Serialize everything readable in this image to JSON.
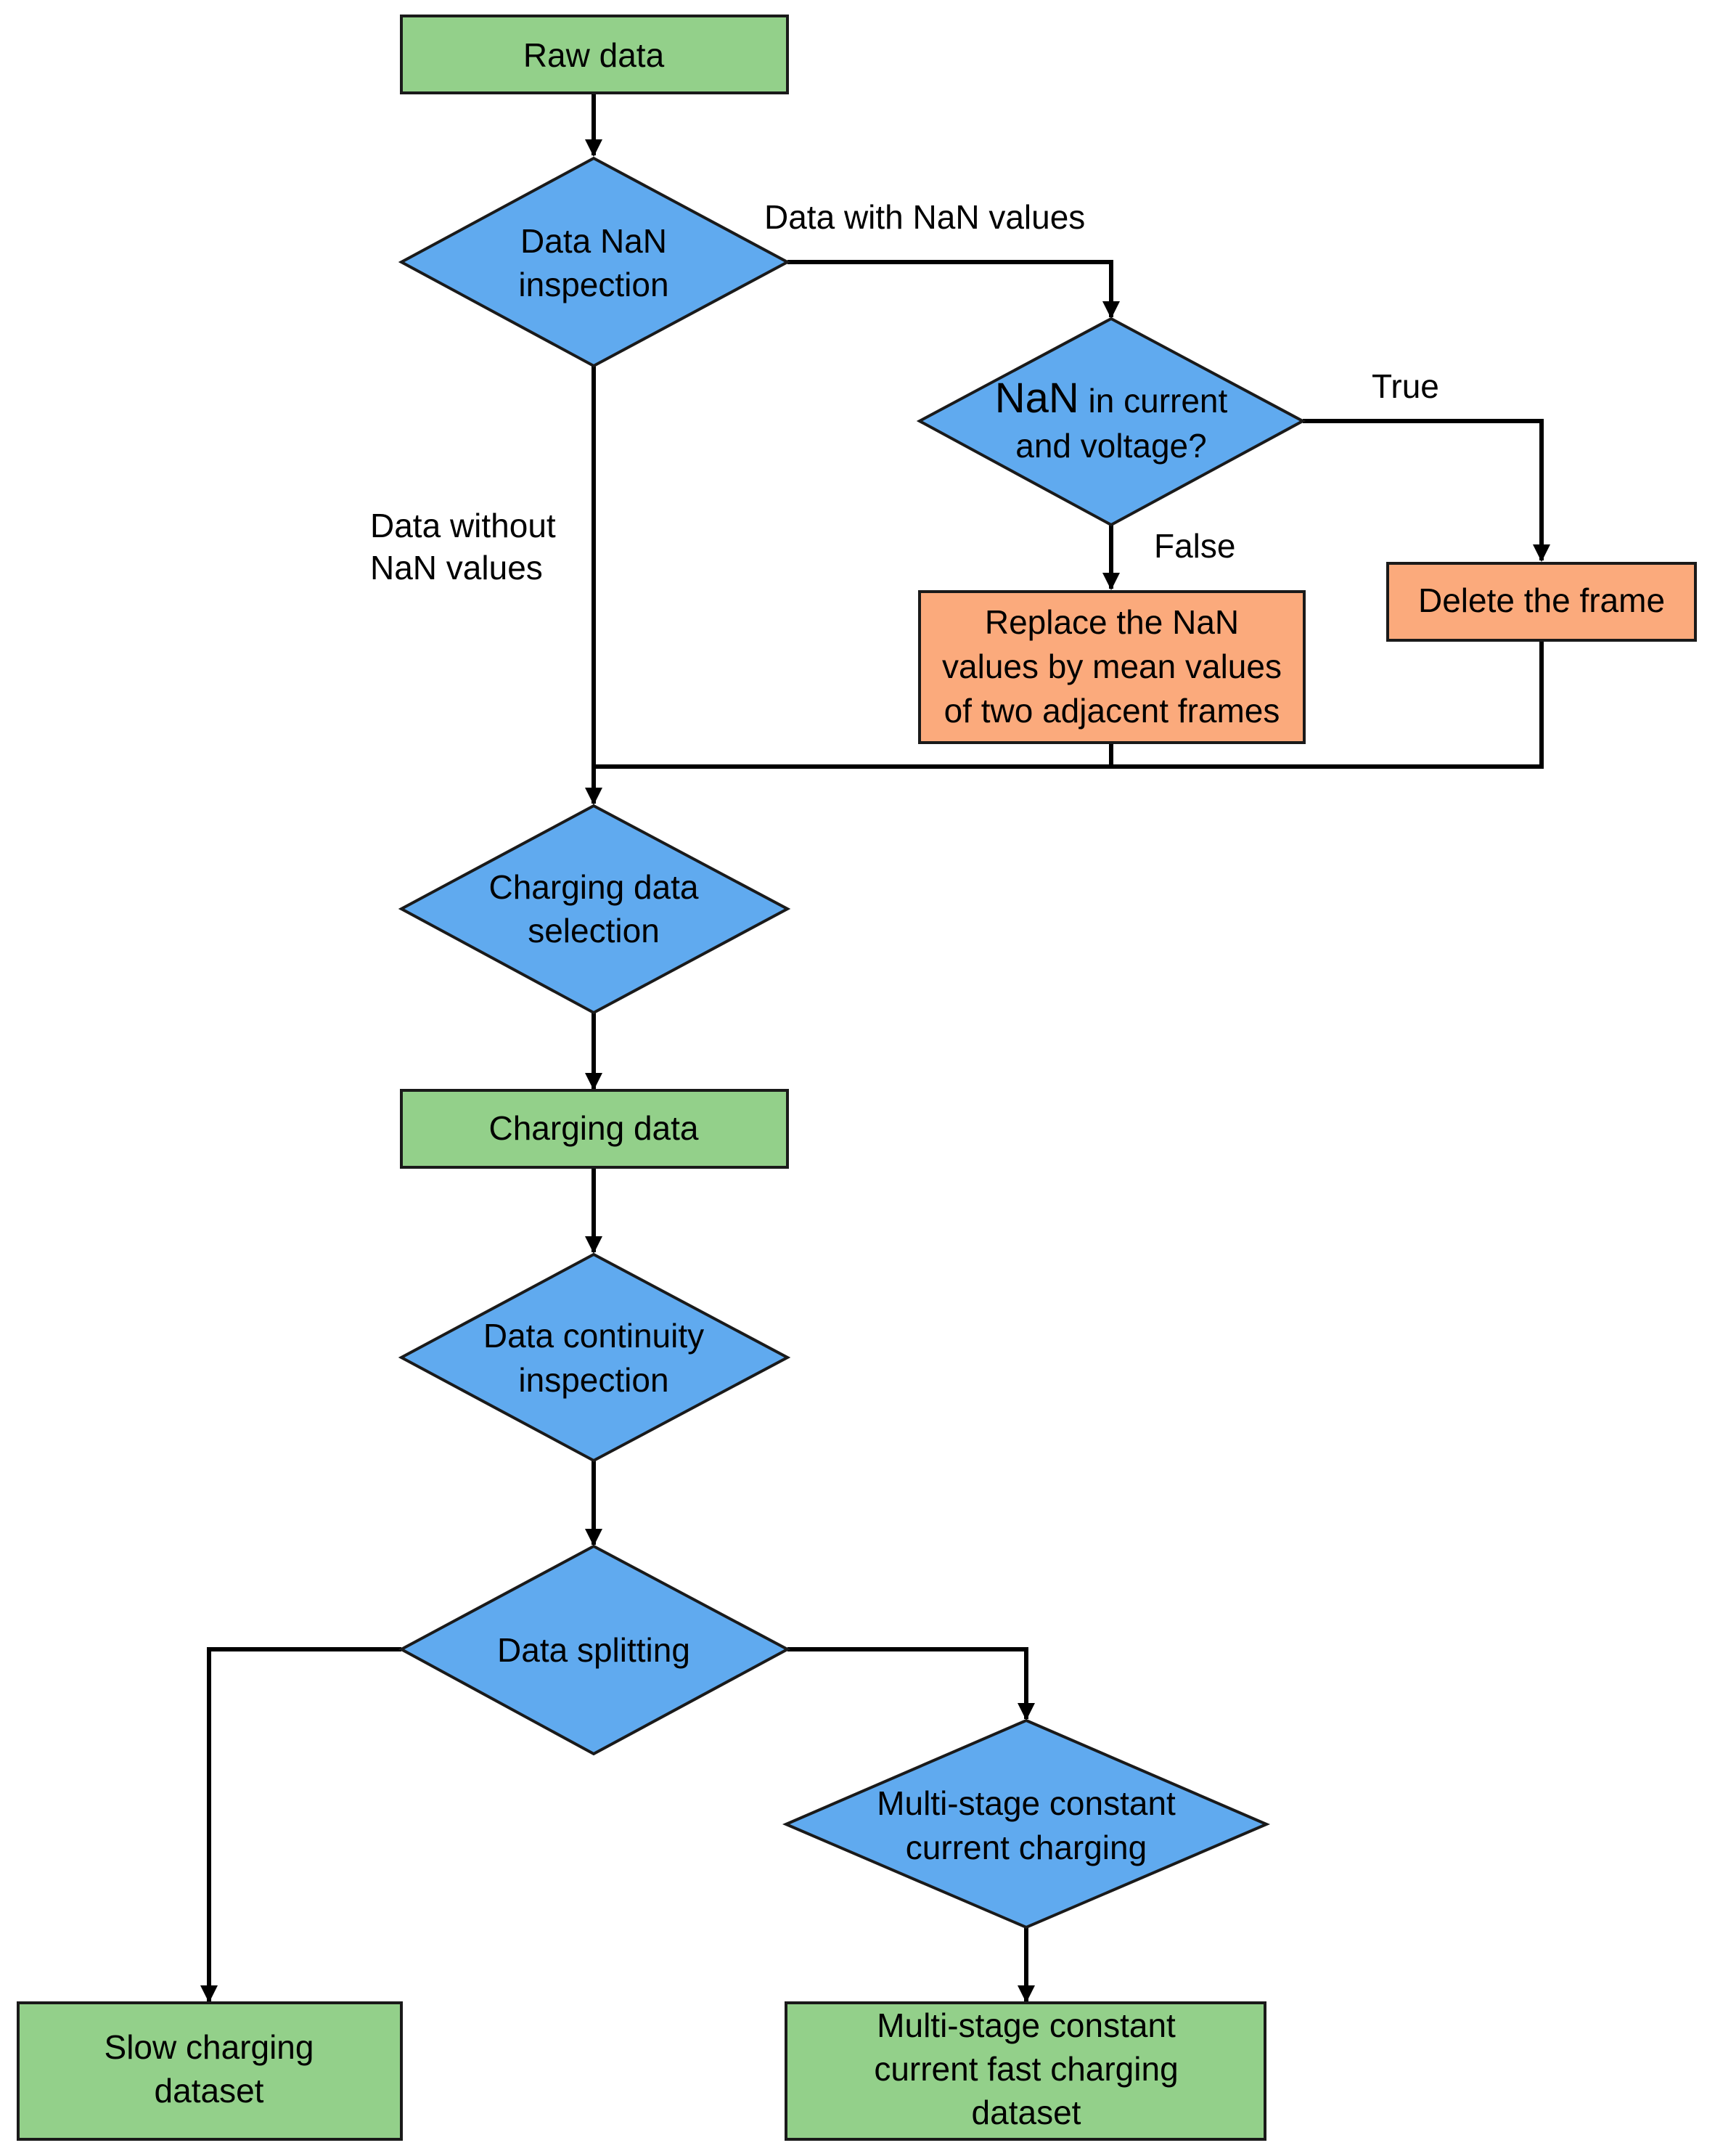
{
  "colors": {
    "process_green": "#93d08a",
    "decision_blue": "#60aaef",
    "action_orange": "#fbaa7c",
    "line": "#000000"
  },
  "nodes": {
    "raw_data": {
      "lines": [
        "Raw data"
      ]
    },
    "nan_inspection": {
      "lines": [
        "Data NaN",
        "inspection"
      ]
    },
    "nan_current_voltage": {
      "lead": "NaN",
      "rest": " in current",
      "line2": "and voltage?"
    },
    "replace_nan": {
      "lines": [
        "Replace the NaN",
        "values by mean values",
        "of two adjacent frames"
      ]
    },
    "delete_frame": {
      "lines": [
        "Delete the frame"
      ]
    },
    "charging_selection": {
      "lines": [
        "Charging data",
        "selection"
      ]
    },
    "charging_data": {
      "lines": [
        "Charging data"
      ]
    },
    "continuity_inspection": {
      "lines": [
        "Data continuity",
        "inspection"
      ]
    },
    "data_splitting": {
      "lines": [
        "Data splitting"
      ]
    },
    "multistage_decision": {
      "lines": [
        "Multi-stage constant",
        "current charging"
      ]
    },
    "slow_dataset": {
      "lines": [
        "Slow charging",
        "dataset"
      ]
    },
    "fast_dataset": {
      "lines": [
        "Multi-stage constant",
        "current fast charging",
        "dataset"
      ]
    }
  },
  "edges": {
    "with_nan": {
      "lines": [
        "Data with NaN values"
      ]
    },
    "without_nan": {
      "lines": [
        "Data without",
        "NaN values"
      ]
    },
    "true_branch": {
      "lines": [
        "True"
      ]
    },
    "false_branch": {
      "lines": [
        "False"
      ]
    }
  }
}
